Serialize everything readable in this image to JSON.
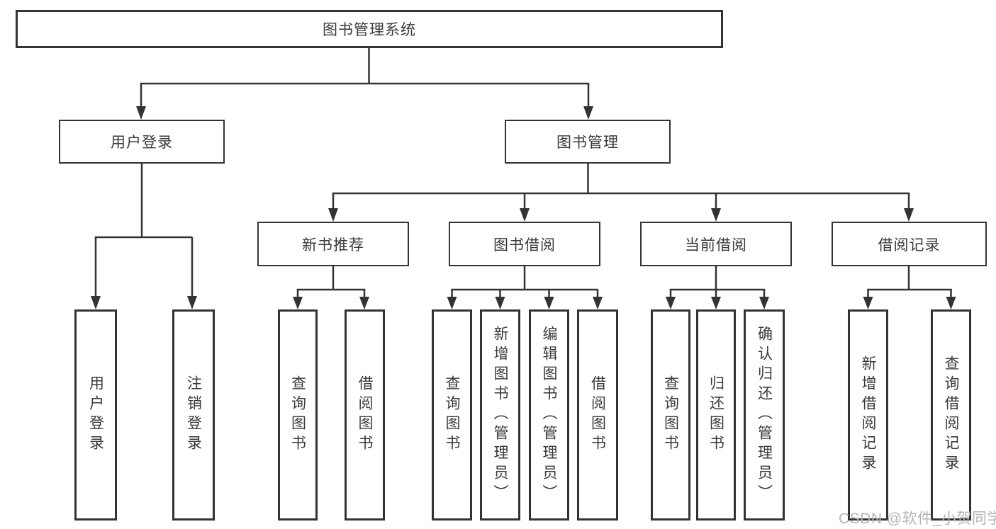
{
  "diagram_title": "图书管理系统",
  "nodes": {
    "root": {
      "label": "图书管理系统"
    },
    "branches": [
      {
        "label": "用户登录"
      },
      {
        "label": "图书管理"
      }
    ],
    "sections": [
      {
        "label": "新书推荐",
        "parent": "图书管理"
      },
      {
        "label": "图书借阅",
        "parent": "图书管理"
      },
      {
        "label": "当前借阅",
        "parent": "图书管理"
      },
      {
        "label": "借阅记录",
        "parent": "图书管理"
      }
    ],
    "leaves": [
      {
        "label": "用户登录",
        "parent": "用户登录"
      },
      {
        "label": "注销登录",
        "parent": "用户登录"
      },
      {
        "label": "查询图书",
        "parent": "新书推荐"
      },
      {
        "label": "借阅图书",
        "parent": "新书推荐"
      },
      {
        "label": "查询图书",
        "parent": "图书借阅"
      },
      {
        "label": "新增图书（管理员）",
        "parent": "图书借阅"
      },
      {
        "label": "编辑图书（管理员）",
        "parent": "图书借阅"
      },
      {
        "label": "借阅图书",
        "parent": "图书借阅"
      },
      {
        "label": "查询图书",
        "parent": "当前借阅"
      },
      {
        "label": "归还图书",
        "parent": "当前借阅"
      },
      {
        "label": "确认归还（管理员）",
        "parent": "当前借阅"
      },
      {
        "label": "新增借阅记录",
        "parent": "借阅记录"
      },
      {
        "label": "查询借阅记录",
        "parent": "借阅记录"
      }
    ]
  },
  "watermark": "CSDN @软件_小贺同学",
  "colors": {
    "line": "#333333",
    "text": "#3a3a3a",
    "watermark": "#b5b5b5",
    "background": "#ffffff"
  }
}
